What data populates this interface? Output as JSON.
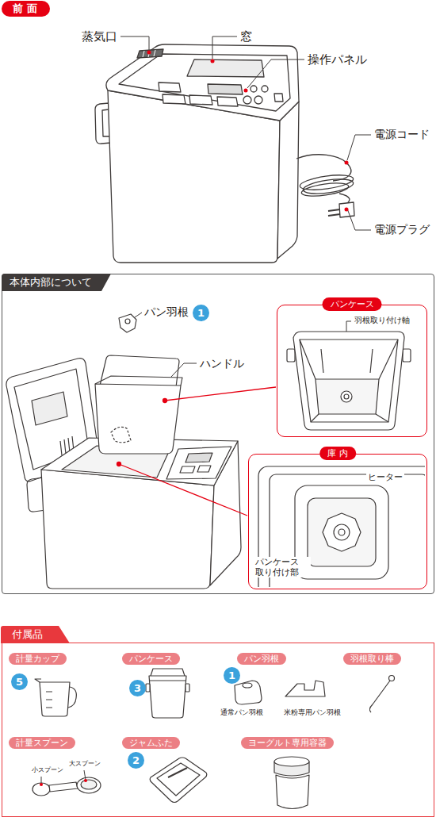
{
  "diagram": {
    "nodes": [
      {
        "text": [
          "前 面"
        ]
      },
      {
        "text": [
          "本体内部について"
        ]
      },
      {
        "text": [
          "1"
        ],
        "in": 1
      },
      {
        "text": [
          "パンケース"
        ],
        "in": 1
      },
      {
        "text": [
          "庫 内"
        ],
        "in": 1
      },
      {
        "text": [
          "付属品"
        ]
      },
      {
        "text": [
          "計量カップ"
        ],
        "in": 5
      },
      {
        "text": [
          "パンケース"
        ],
        "in": 5
      },
      {
        "text": [
          "パン羽根"
        ],
        "in": 5
      },
      {
        "text": [
          "羽根取り棒"
        ],
        "in": 5
      },
      {
        "text": [
          "5"
        ],
        "in": 5
      },
      {
        "text": [
          "3"
        ],
        "in": 5
      },
      {
        "text": [
          "1"
        ],
        "in": 5
      },
      {
        "text": [
          "計量スプーン"
        ],
        "in": 5
      },
      {
        "text": [
          "ジャムふた"
        ],
        "in": 5
      },
      {
        "text": [
          "ヨーグルト専用容器"
        ],
        "in": 5
      },
      {
        "text": [
          "2"
        ],
        "in": 5
      }
    ],
    "labels": [
      "蒸気口",
      "窓",
      "操作パネル",
      "電源コード",
      "電源プラグ",
      "パン羽根",
      "ハンドル",
      "羽根取り付け軸",
      "ヒーター",
      "パンケース 取り付け部",
      "通常パン羽根",
      "米粉専用パン羽根",
      "小スプーン",
      "大スプーン"
    ]
  }
}
